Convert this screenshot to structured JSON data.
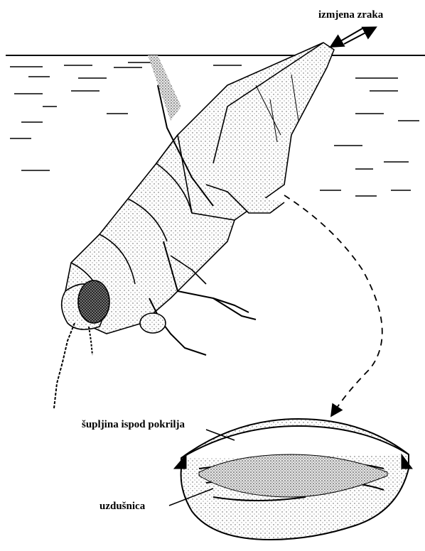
{
  "labels": {
    "air_exchange": "izmjena zraka",
    "subelytral_cavity": "šupljina ispod pokrilja",
    "spiracle": "uzdušnica"
  }
}
